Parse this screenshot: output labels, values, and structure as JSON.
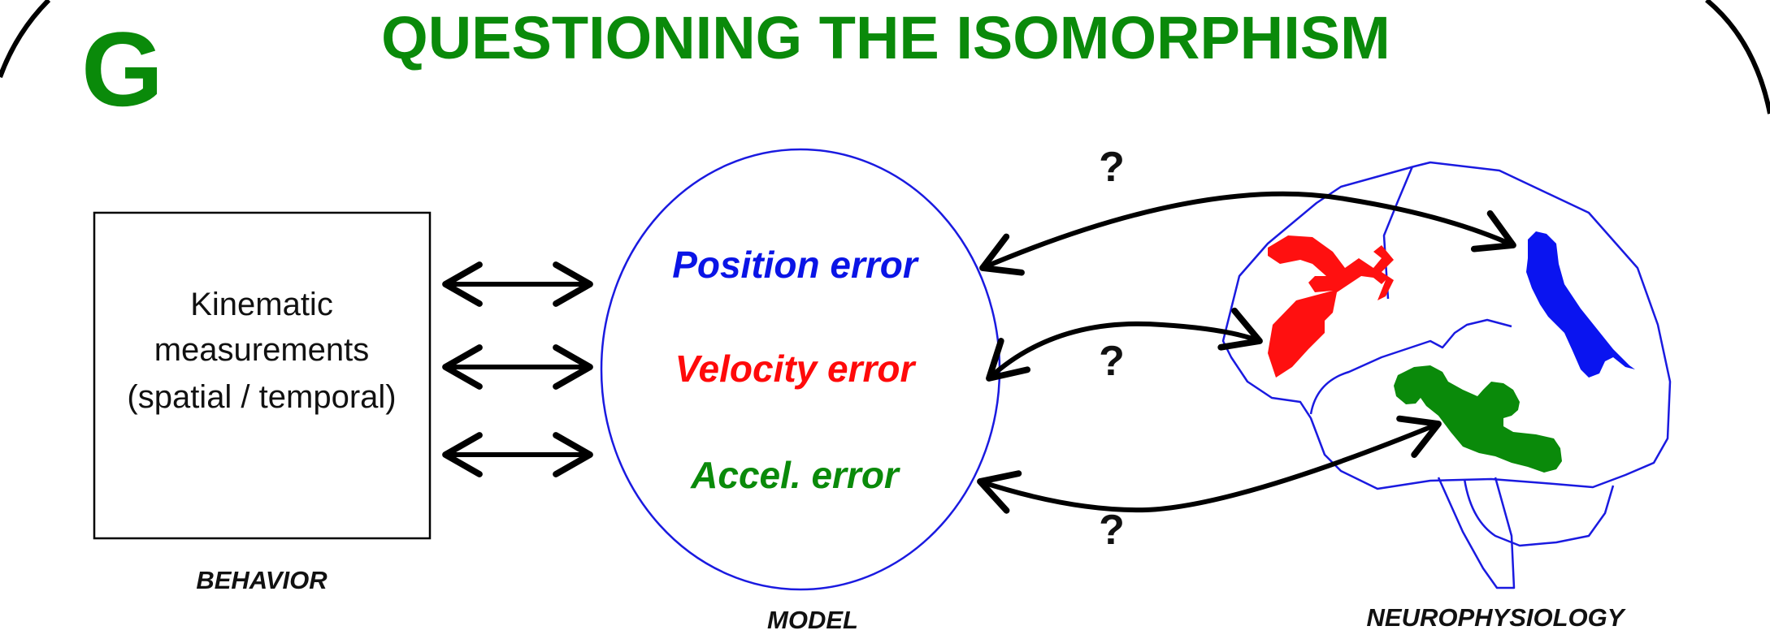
{
  "panel_letter": "G",
  "title": "QUESTIONING THE ISOMORPHISM",
  "behavior_box": {
    "lines": [
      "Kinematic",
      "measurements",
      "(spatial / temporal)"
    ]
  },
  "model": {
    "errors": [
      {
        "label": "Position error",
        "color": "#0a14e6"
      },
      {
        "label": "Velocity error",
        "color": "#ff0a0a"
      },
      {
        "label": "Accel. error",
        "color": "#0a8a0a"
      }
    ]
  },
  "question_marks": [
    "?",
    "?",
    "?"
  ],
  "captions": {
    "behavior": "BEHAVIOR",
    "model": "MODEL",
    "neurophysiology": "NEUROPHYSIOLOGY"
  },
  "colors": {
    "accent_green": "#0a8a0a",
    "outline_blue": "#1a1ae0",
    "region_red": "#ff1010",
    "region_blue": "#0a14f0",
    "region_green": "#0a8a0a"
  }
}
